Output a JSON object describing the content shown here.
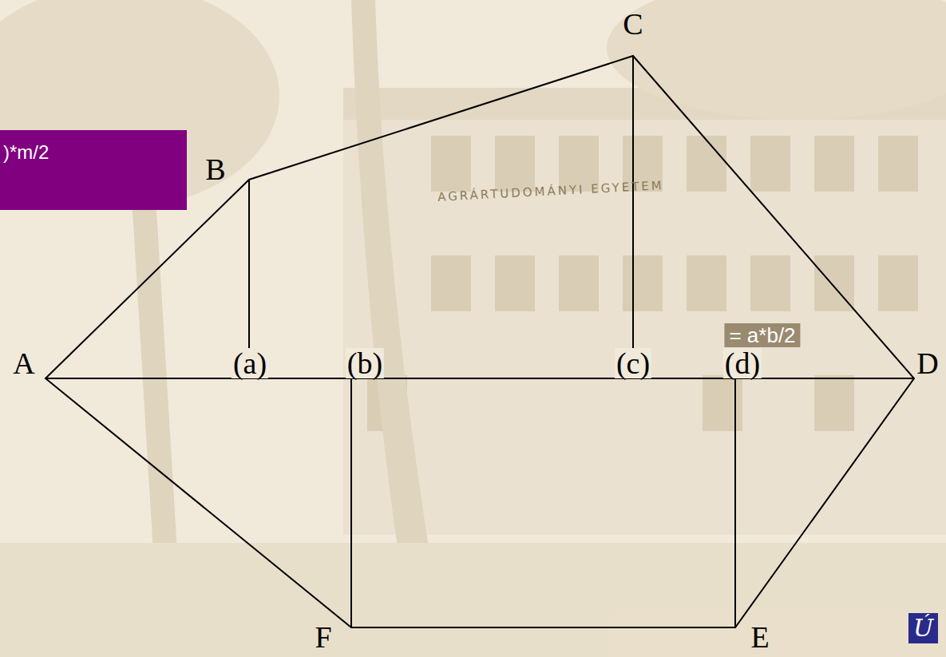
{
  "diagram": {
    "nodes": [
      {
        "text": [
          ")*m/2"
        ]
      }
    ],
    "labels": [
      "A",
      "B",
      "C",
      "D",
      "E",
      "F",
      "(a)",
      "(b)",
      "(c)",
      "(d)",
      "= a*b/2",
      "AGRÁRTUDOMÁNYI EGYETEM",
      "Ú"
    ]
  }
}
